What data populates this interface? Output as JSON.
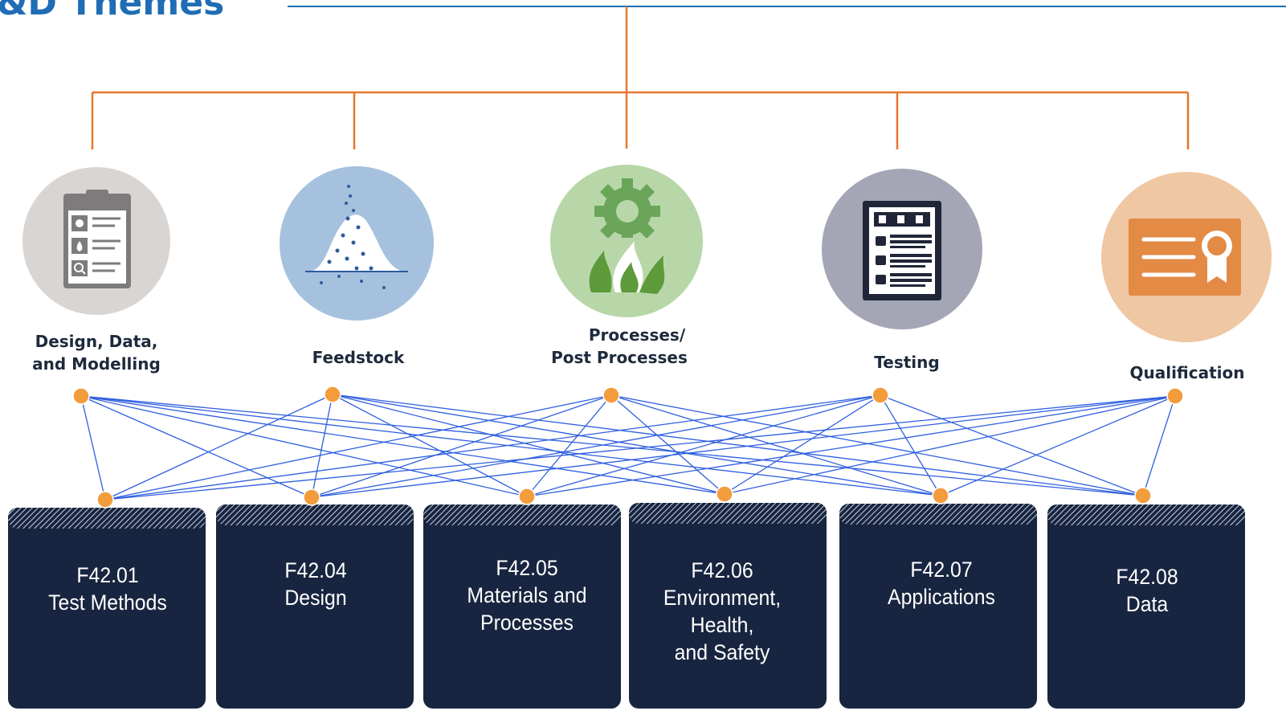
{
  "title": "&D Themes",
  "themes": [
    {
      "name": "design-data-modelling",
      "label_lines": [
        "Design, Data,",
        "and Modelling"
      ],
      "bg": "#d8d5d3",
      "icon": "clipboard-icon"
    },
    {
      "name": "feedstock",
      "label_lines": [
        "Feedstock"
      ],
      "bg": "#a5c1de",
      "icon": "powder-pile-icon"
    },
    {
      "name": "processes",
      "label_lines": [
        "Processes/",
        "Post Processes"
      ],
      "bg": "#b8d7a8",
      "icon": "gear-flame-icon"
    },
    {
      "name": "testing",
      "label_lines": [
        "Testing"
      ],
      "bg": "#a4a6b5",
      "icon": "test-report-icon"
    },
    {
      "name": "qualification",
      "label_lines": [
        "Qualification"
      ],
      "bg": "#efc7a2",
      "icon": "certificate-icon"
    }
  ],
  "committees": [
    {
      "code": "F42.01",
      "name_lines": [
        "Test Methods"
      ]
    },
    {
      "code": "F42.04",
      "name_lines": [
        "Design"
      ]
    },
    {
      "code": "F42.05",
      "name_lines": [
        "Materials and",
        "Processes"
      ]
    },
    {
      "code": "F42.06",
      "name_lines": [
        "Environment, Health,",
        "and Safety"
      ]
    },
    {
      "code": "F42.07",
      "name_lines": [
        "Applications"
      ]
    },
    {
      "code": "F42.08",
      "name_lines": [
        "Data"
      ]
    }
  ],
  "colors": {
    "title": "#1f6db5",
    "tree_lines": "#e8772e",
    "network_lines": "#2f5fe0",
    "node_fill": "#f39c3c",
    "box_fill": "#182540",
    "label_text": "#1e2a3c"
  }
}
